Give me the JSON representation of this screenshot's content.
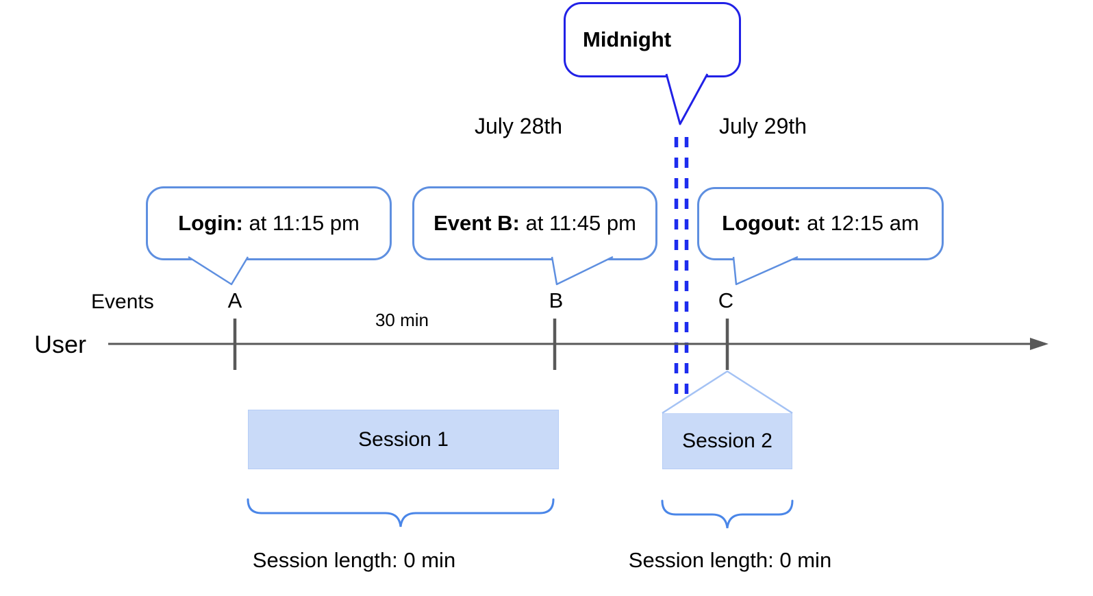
{
  "callouts": {
    "midnight": {
      "label": "Midnight"
    },
    "login": {
      "bold": "Login:",
      "text": " at 11:15 pm"
    },
    "event_b": {
      "bold": "Event B:",
      "text": " at 11:45 pm"
    },
    "logout": {
      "bold": "Logout:",
      "text": " at 12:15 am"
    }
  },
  "dates": {
    "left": "July 28th",
    "right": "July 29th"
  },
  "timeline": {
    "events_label": "Events",
    "user_label": "User",
    "interval_label": "30 min",
    "event_markers": [
      "A",
      "B",
      "C"
    ]
  },
  "sessions": {
    "session1": {
      "label": "Session 1",
      "length_label": "Session length: 0 min"
    },
    "session2": {
      "label": "Session 2",
      "length_label": "Session length: 0 min"
    }
  },
  "colors": {
    "midnight_border_blue": "#2121e6",
    "dashed_line_blue": "#1d2cee",
    "callout_border_blue": "#5e8fe0",
    "brace_blue": "#4a86e8",
    "wedge_blue": "#a4c2f4",
    "session_fill_blue": "#c9daf8",
    "axis_gray": "#595959"
  }
}
